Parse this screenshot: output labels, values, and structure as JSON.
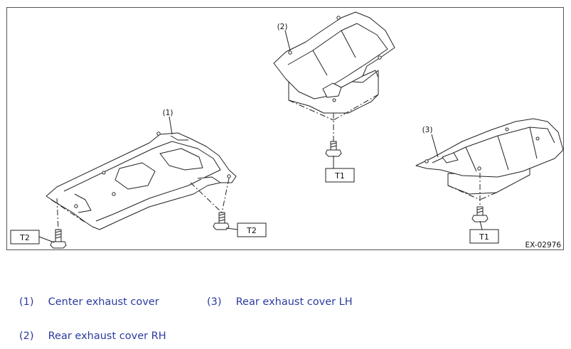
{
  "diagram": {
    "code": "EX-02976",
    "callouts": {
      "center": "(1)",
      "rear_rh": "(2)",
      "rear_lh": "(3)"
    },
    "torque_labels": {
      "t2_left": "T2",
      "t2_right": "T2",
      "t1_middle": "T1",
      "t1_right": "T1"
    }
  },
  "legend": {
    "items": [
      {
        "num": "(1)",
        "label": "Center exhaust cover"
      },
      {
        "num": "(3)",
        "label": "Rear exhaust cover LH"
      },
      {
        "num": "(2)",
        "label": "Rear exhaust cover RH"
      }
    ]
  },
  "colors": {
    "legend_text": "#2b3aa0",
    "line": "#222222"
  }
}
